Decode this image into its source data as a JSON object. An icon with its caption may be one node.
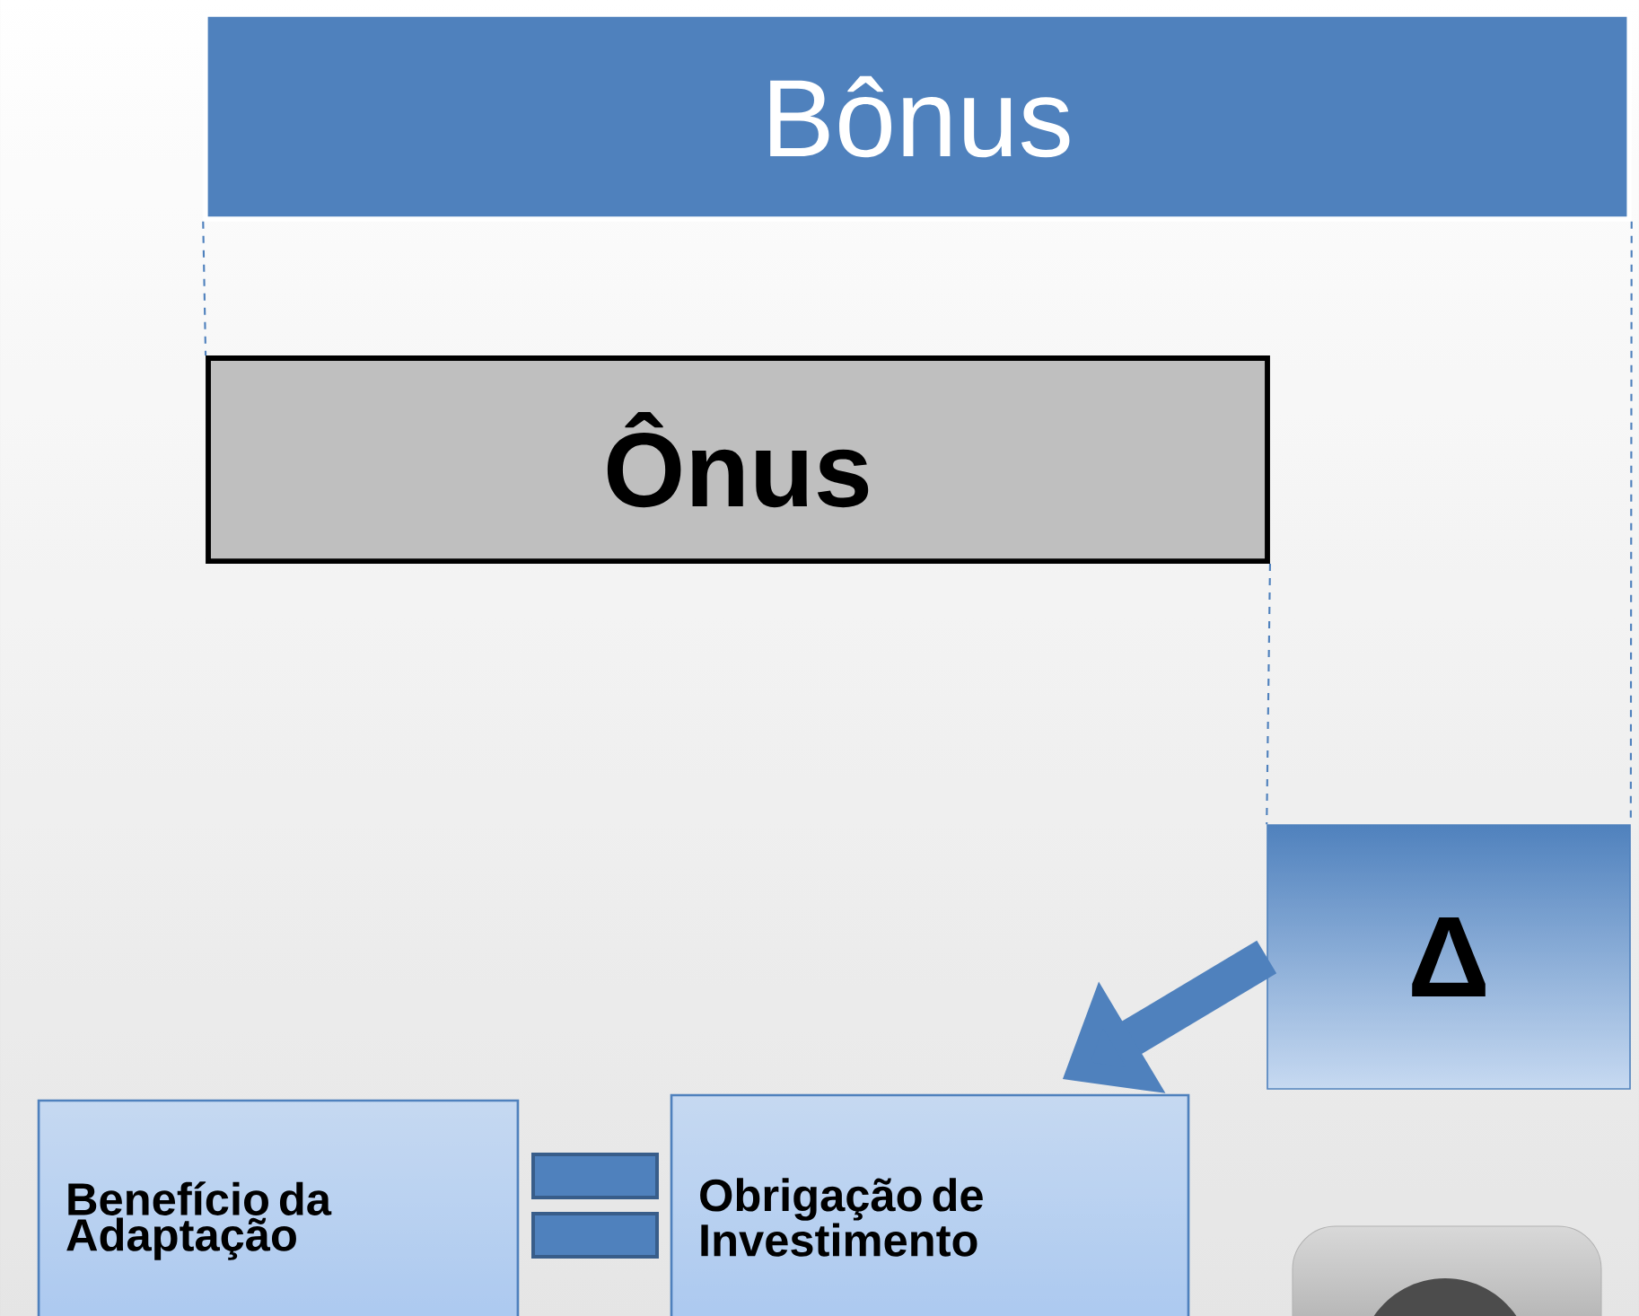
{
  "diagram": {
    "nodes": [
      {
        "text": [
          "Bônus"
        ]
      },
      {
        "text": [
          "Ônus"
        ]
      },
      {
        "text": [
          "Δ"
        ]
      },
      {
        "text": [
          "Benefício da Adaptação"
        ]
      },
      {
        "text": [
          "Obrigação de Investimento"
        ]
      }
    ],
    "edges": [
      {
        "from": 0,
        "to": 1,
        "arrow": "none",
        "style": "dashed"
      },
      {
        "from": 0,
        "to": 2,
        "arrow": "none",
        "style": "dashed"
      },
      {
        "from": 1,
        "to": 2,
        "arrow": "none",
        "style": "dashed"
      },
      {
        "from": 2,
        "to": 4,
        "arrow": "to",
        "style": "thick"
      }
    ]
  }
}
